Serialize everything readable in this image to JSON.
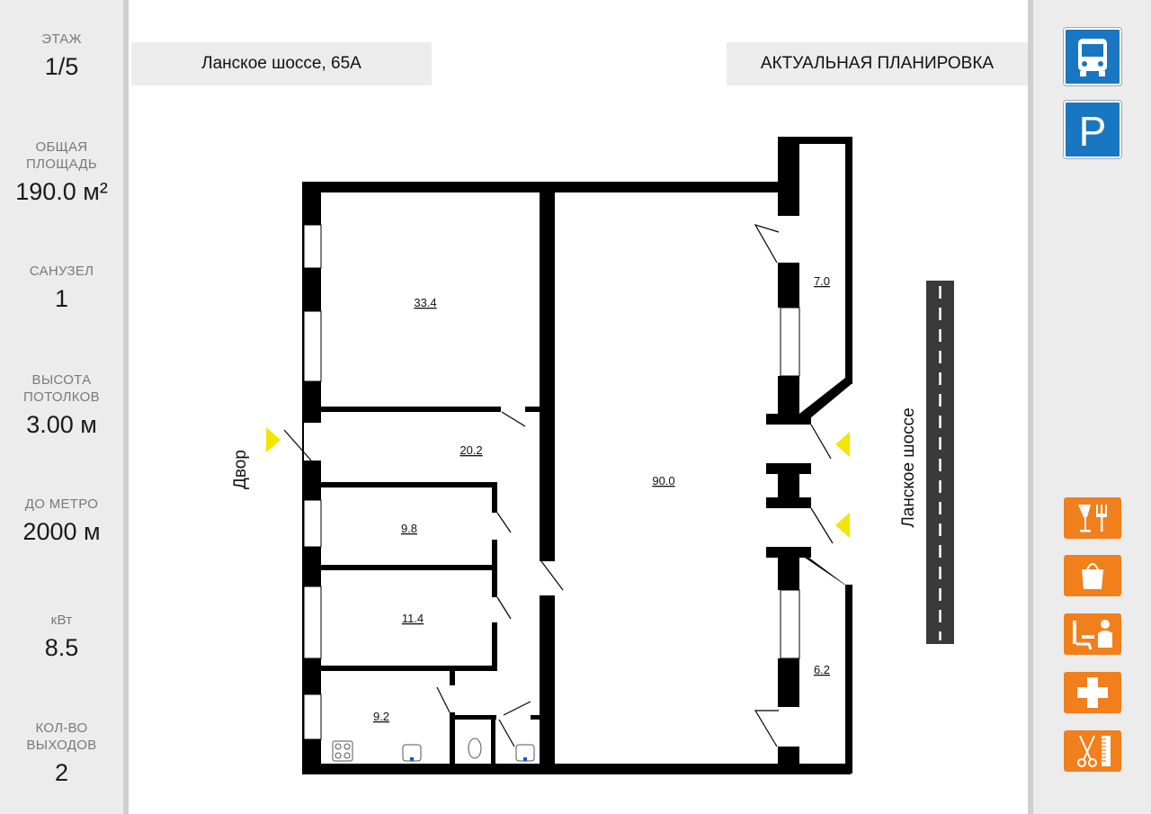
{
  "sidebar": {
    "stats": [
      {
        "label": "ЭТАЖ",
        "value": "1/5"
      },
      {
        "label": "ОБЩАЯ\nПЛОЩАДЬ",
        "value": "190.0 м²"
      },
      {
        "label": "САНУЗЕЛ",
        "value": "1"
      },
      {
        "label": "ВЫСОТА\nПОТОЛКОВ",
        "value": "3.00 м"
      },
      {
        "label": "ДО МЕТРО",
        "value": "2000 м"
      },
      {
        "label": "кВт",
        "value": "8.5"
      },
      {
        "label": "КОЛ-ВО\nВЫХОДОВ",
        "value": "2"
      }
    ]
  },
  "header": {
    "address": "Ланское шоссе, 65А",
    "plan_title": "АКТУАЛЬНАЯ ПЛАНИРОВКА"
  },
  "plan": {
    "rooms": [
      "33.4",
      "20.2",
      "9.8",
      "11.4",
      "9.2",
      "90.0",
      "7.0",
      "6.2"
    ],
    "yard_label": "Двор",
    "road_label": "Ланское шоссе"
  },
  "icons": {
    "top": [
      {
        "name": "bus-stop-icon",
        "glyph": "🚌"
      },
      {
        "name": "parking-icon",
        "glyph": "P"
      }
    ],
    "bottom": [
      {
        "name": "restaurant-icon"
      },
      {
        "name": "shopping-icon"
      },
      {
        "name": "dental-icon"
      },
      {
        "name": "pharmacy-icon"
      },
      {
        "name": "barber-icon"
      }
    ]
  },
  "colors": {
    "sidebar_bg": "#ececec",
    "accent_blue": "#1976c0",
    "accent_orange": "#f07f1c",
    "entrance_marker": "#f2e600"
  }
}
